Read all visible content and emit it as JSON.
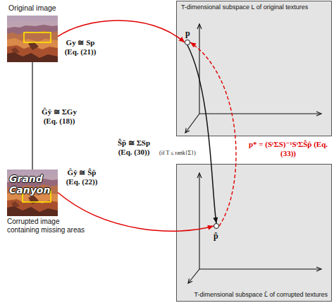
{
  "diagram": {
    "nodes": [
      {
        "text": [
          "Original image"
        ]
      },
      {
        "text": [
          "T-dimensional subspace L of original textures"
        ]
      },
      {
        "text": [
          "p"
        ],
        "in": 1
      },
      {
        "text": [
          "Grand Canyon",
          "Corrupted image containing missing areas"
        ]
      },
      {
        "text": [
          "T-dimensional subspace L̂ of corrupted textures"
        ]
      },
      {
        "text": [
          "p̂"
        ],
        "in": 4
      }
    ],
    "edges": [
      {
        "from": 0,
        "to": 2,
        "arrow": "to",
        "label": "Gy ≅ Sp (Eq. (21))"
      },
      {
        "from": 0,
        "to": 3,
        "arrow": "none",
        "label": "Ĝŷ ≅ ΣGy (Eq. (18))"
      },
      {
        "from": 3,
        "to": 5,
        "arrow": "to",
        "label": "Ĝŷ ≅ Ŝp̂ (Eq. (22))"
      },
      {
        "from": 2,
        "to": 5,
        "arrow": "to",
        "label": "Ŝp̂ ≅ ΣSp (Eq. (30))"
      },
      {
        "from": 5,
        "to": 2,
        "arrow": "to",
        "label": "p* = (SᵗΣS)⁻¹SᵗΣŜp̂ (Eq. (33))"
      }
    ],
    "labels": [
      "(if T ≤ rank{Σ})"
    ]
  }
}
